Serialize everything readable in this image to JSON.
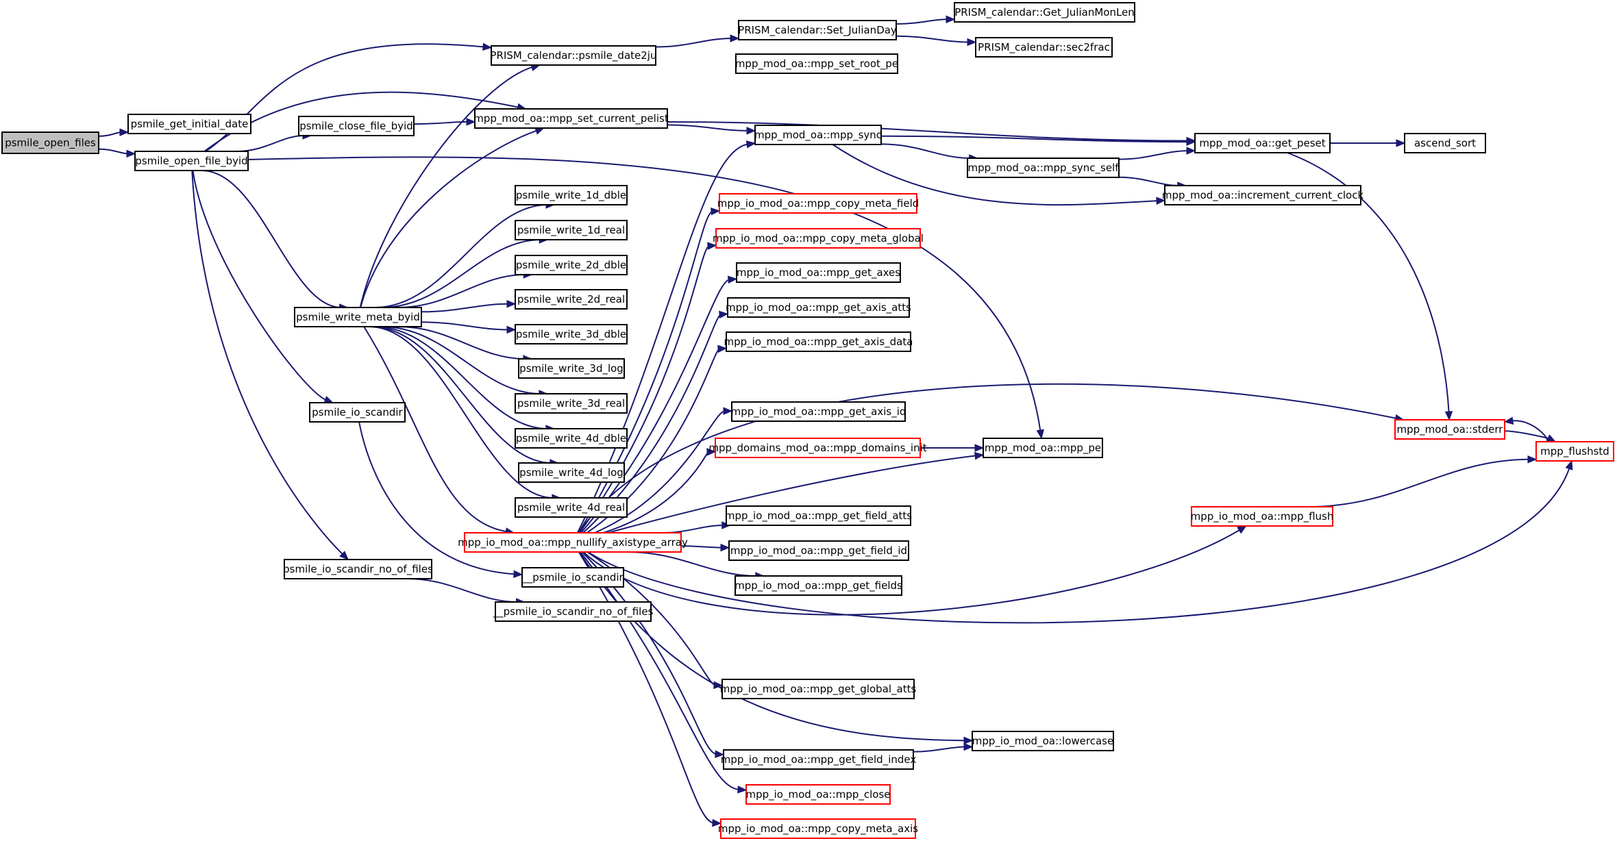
{
  "colors": {
    "edge": "#191970",
    "node_border": "#000000",
    "truncated_node_border": "#ff0000",
    "root_fill": "#bfbfbf",
    "node_fill": "#ffffff",
    "background": "#ffffff"
  },
  "nodes": [
    {
      "id": "psmile_open_files",
      "label": "psmile_open_files",
      "style": "root"
    },
    {
      "id": "psmile_get_initial_date",
      "label": "psmile_get_initial_date",
      "style": "normal"
    },
    {
      "id": "psmile_open_file_byid",
      "label": "psmile_open_file_byid",
      "style": "normal"
    },
    {
      "id": "psmile_close_file_byid",
      "label": "psmile_close_file_byid",
      "style": "normal"
    },
    {
      "id": "psmile_write_meta_byid",
      "label": "psmile_write_meta_byid",
      "style": "normal"
    },
    {
      "id": "psmile_io_scandir",
      "label": "psmile_io_scandir",
      "style": "normal"
    },
    {
      "id": "psmile_io_scandir_no_of_files",
      "label": "psmile_io_scandir_no_of_files",
      "style": "normal"
    },
    {
      "id": "prism_psmile_date2ju",
      "label": "PRISM_calendar::psmile_date2ju",
      "style": "normal"
    },
    {
      "id": "prism_set_julianday",
      "label": "PRISM_calendar::Set_JulianDay",
      "style": "normal"
    },
    {
      "id": "prism_get_julianmonlen",
      "label": "PRISM_calendar::Get_JulianMonLen",
      "style": "normal"
    },
    {
      "id": "prism_sec2frac",
      "label": "PRISM_calendar::sec2frac",
      "style": "normal"
    },
    {
      "id": "mpp_set_root_pe",
      "label": "mpp_mod_oa::mpp_set_root_pe",
      "style": "normal"
    },
    {
      "id": "mpp_set_current_pelist",
      "label": "mpp_mod_oa::mpp_set_current_pelist",
      "style": "normal"
    },
    {
      "id": "mpp_sync",
      "label": "mpp_mod_oa::mpp_sync",
      "style": "normal"
    },
    {
      "id": "mpp_sync_self",
      "label": "mpp_mod_oa::mpp_sync_self",
      "style": "normal"
    },
    {
      "id": "get_peset",
      "label": "mpp_mod_oa::get_peset",
      "style": "normal"
    },
    {
      "id": "ascend_sort",
      "label": "ascend_sort",
      "style": "normal"
    },
    {
      "id": "increment_current_clock",
      "label": "mpp_mod_oa::increment_current_clock",
      "style": "normal"
    },
    {
      "id": "psmile_write_1d_dble",
      "label": "psmile_write_1d_dble",
      "style": "normal"
    },
    {
      "id": "psmile_write_1d_real",
      "label": "psmile_write_1d_real",
      "style": "normal"
    },
    {
      "id": "psmile_write_2d_dble",
      "label": "psmile_write_2d_dble",
      "style": "normal"
    },
    {
      "id": "psmile_write_2d_real",
      "label": "psmile_write_2d_real",
      "style": "normal"
    },
    {
      "id": "psmile_write_3d_dble",
      "label": "psmile_write_3d_dble",
      "style": "normal"
    },
    {
      "id": "psmile_write_3d_log",
      "label": "psmile_write_3d_log",
      "style": "normal"
    },
    {
      "id": "psmile_write_3d_real",
      "label": "psmile_write_3d_real",
      "style": "normal"
    },
    {
      "id": "psmile_write_4d_dble",
      "label": "psmile_write_4d_dble",
      "style": "normal"
    },
    {
      "id": "psmile_write_4d_log",
      "label": "psmile_write_4d_log",
      "style": "normal"
    },
    {
      "id": "psmile_write_4d_real",
      "label": "psmile_write_4d_real",
      "style": "normal"
    },
    {
      "id": "mpp_nullify_axistype_array",
      "label": "mpp_io_mod_oa::mpp_nullify_axistype_array",
      "style": "truncated"
    },
    {
      "id": "__psmile_io_scandir",
      "label": "__psmile_io_scandir",
      "style": "normal"
    },
    {
      "id": "__psmile_io_scandir_no_of_files",
      "label": "__psmile_io_scandir_no_of_files",
      "style": "normal"
    },
    {
      "id": "mpp_copy_meta_field",
      "label": "mpp_io_mod_oa::mpp_copy_meta_field",
      "style": "truncated"
    },
    {
      "id": "mpp_copy_meta_global",
      "label": "mpp_io_mod_oa::mpp_copy_meta_global",
      "style": "truncated"
    },
    {
      "id": "mpp_get_axes",
      "label": "mpp_io_mod_oa::mpp_get_axes",
      "style": "normal"
    },
    {
      "id": "mpp_get_axis_atts",
      "label": "mpp_io_mod_oa::mpp_get_axis_atts",
      "style": "normal"
    },
    {
      "id": "mpp_get_axis_data",
      "label": "mpp_io_mod_oa::mpp_get_axis_data",
      "style": "normal"
    },
    {
      "id": "mpp_get_axis_id",
      "label": "mpp_io_mod_oa::mpp_get_axis_id",
      "style": "normal"
    },
    {
      "id": "mpp_domains_init",
      "label": "mpp_domains_mod_oa::mpp_domains_init",
      "style": "truncated"
    },
    {
      "id": "mpp_pe",
      "label": "mpp_mod_oa::mpp_pe",
      "style": "normal"
    },
    {
      "id": "stderr",
      "label": "mpp_mod_oa::stderr",
      "style": "truncated"
    },
    {
      "id": "mpp_flushstd",
      "label": "mpp_flushstd",
      "style": "truncated"
    },
    {
      "id": "mpp_flush",
      "label": "mpp_io_mod_oa::mpp_flush",
      "style": "truncated"
    },
    {
      "id": "mpp_get_field_atts",
      "label": "mpp_io_mod_oa::mpp_get_field_atts",
      "style": "normal"
    },
    {
      "id": "mpp_get_field_id",
      "label": "mpp_io_mod_oa::mpp_get_field_id",
      "style": "normal"
    },
    {
      "id": "mpp_get_fields",
      "label": "mpp_io_mod_oa::mpp_get_fields",
      "style": "normal"
    },
    {
      "id": "mpp_get_global_atts",
      "label": "mpp_io_mod_oa::mpp_get_global_atts",
      "style": "normal"
    },
    {
      "id": "lowercase",
      "label": "mpp_io_mod_oa::lowercase",
      "style": "normal"
    },
    {
      "id": "mpp_get_field_index",
      "label": "mpp_io_mod_oa::mpp_get_field_index",
      "style": "normal"
    },
    {
      "id": "mpp_close",
      "label": "mpp_io_mod_oa::mpp_close",
      "style": "truncated"
    },
    {
      "id": "mpp_copy_meta_axis",
      "label": "mpp_io_mod_oa::mpp_copy_meta_axis",
      "style": "truncated"
    }
  ],
  "edges": [
    [
      "psmile_open_files",
      "psmile_get_initial_date"
    ],
    [
      "psmile_open_files",
      "psmile_open_file_byid"
    ],
    [
      "psmile_open_file_byid",
      "prism_psmile_date2ju"
    ],
    [
      "psmile_open_file_byid",
      "mpp_set_current_pelist"
    ],
    [
      "psmile_open_file_byid",
      "psmile_close_file_byid"
    ],
    [
      "psmile_open_file_byid",
      "mpp_pe"
    ],
    [
      "psmile_open_file_byid",
      "psmile_write_meta_byid"
    ],
    [
      "psmile_open_file_byid",
      "psmile_io_scandir"
    ],
    [
      "psmile_open_file_byid",
      "psmile_io_scandir_no_of_files"
    ],
    [
      "psmile_close_file_byid",
      "mpp_set_current_pelist"
    ],
    [
      "prism_psmile_date2ju",
      "prism_set_julianday"
    ],
    [
      "prism_set_julianday",
      "prism_get_julianmonlen"
    ],
    [
      "prism_set_julianday",
      "prism_sec2frac"
    ],
    [
      "mpp_set_current_pelist",
      "mpp_sync"
    ],
    [
      "mpp_set_current_pelist",
      "get_peset"
    ],
    [
      "mpp_sync",
      "get_peset"
    ],
    [
      "mpp_sync",
      "mpp_sync_self"
    ],
    [
      "mpp_sync",
      "increment_current_clock"
    ],
    [
      "mpp_sync_self",
      "get_peset"
    ],
    [
      "mpp_sync_self",
      "increment_current_clock"
    ],
    [
      "get_peset",
      "ascend_sort"
    ],
    [
      "get_peset",
      "stderr"
    ],
    [
      "psmile_write_meta_byid",
      "prism_psmile_date2ju"
    ],
    [
      "psmile_write_meta_byid",
      "mpp_set_current_pelist"
    ],
    [
      "psmile_write_meta_byid",
      "psmile_write_1d_dble"
    ],
    [
      "psmile_write_meta_byid",
      "psmile_write_1d_real"
    ],
    [
      "psmile_write_meta_byid",
      "psmile_write_2d_dble"
    ],
    [
      "psmile_write_meta_byid",
      "psmile_write_2d_real"
    ],
    [
      "psmile_write_meta_byid",
      "psmile_write_3d_dble"
    ],
    [
      "psmile_write_meta_byid",
      "psmile_write_3d_log"
    ],
    [
      "psmile_write_meta_byid",
      "psmile_write_3d_real"
    ],
    [
      "psmile_write_meta_byid",
      "psmile_write_4d_dble"
    ],
    [
      "psmile_write_meta_byid",
      "psmile_write_4d_log"
    ],
    [
      "psmile_write_meta_byid",
      "psmile_write_4d_real"
    ],
    [
      "psmile_write_meta_byid",
      "mpp_nullify_axistype_array"
    ],
    [
      "psmile_io_scandir",
      "__psmile_io_scandir"
    ],
    [
      "psmile_io_scandir_no_of_files",
      "__psmile_io_scandir_no_of_files"
    ],
    [
      "mpp_nullify_axistype_array",
      "mpp_sync"
    ],
    [
      "mpp_nullify_axistype_array",
      "mpp_copy_meta_field"
    ],
    [
      "mpp_nullify_axistype_array",
      "mpp_copy_meta_global"
    ],
    [
      "mpp_nullify_axistype_array",
      "mpp_get_axes"
    ],
    [
      "mpp_nullify_axistype_array",
      "mpp_get_axis_atts"
    ],
    [
      "mpp_nullify_axistype_array",
      "mpp_get_axis_data"
    ],
    [
      "mpp_nullify_axistype_array",
      "stderr"
    ],
    [
      "mpp_nullify_axistype_array",
      "mpp_get_axis_id"
    ],
    [
      "mpp_nullify_axistype_array",
      "mpp_domains_init"
    ],
    [
      "mpp_nullify_axistype_array",
      "mpp_pe"
    ],
    [
      "mpp_nullify_axistype_array",
      "mpp_get_field_atts"
    ],
    [
      "mpp_nullify_axistype_array",
      "mpp_get_field_id"
    ],
    [
      "mpp_nullify_axistype_array",
      "mpp_get_fields"
    ],
    [
      "mpp_nullify_axistype_array",
      "mpp_flush"
    ],
    [
      "mpp_nullify_axistype_array",
      "mpp_flushstd"
    ],
    [
      "mpp_nullify_axistype_array",
      "mpp_get_global_atts"
    ],
    [
      "mpp_nullify_axistype_array",
      "lowercase"
    ],
    [
      "mpp_nullify_axistype_array",
      "mpp_get_field_index"
    ],
    [
      "mpp_nullify_axistype_array",
      "mpp_close"
    ],
    [
      "mpp_nullify_axistype_array",
      "mpp_copy_meta_axis"
    ],
    [
      "mpp_domains_init",
      "mpp_pe"
    ],
    [
      "mpp_get_field_index",
      "lowercase"
    ],
    [
      "stderr",
      "mpp_flushstd"
    ],
    [
      "mpp_flushstd",
      "stderr"
    ],
    [
      "mpp_flush",
      "mpp_flushstd"
    ]
  ]
}
